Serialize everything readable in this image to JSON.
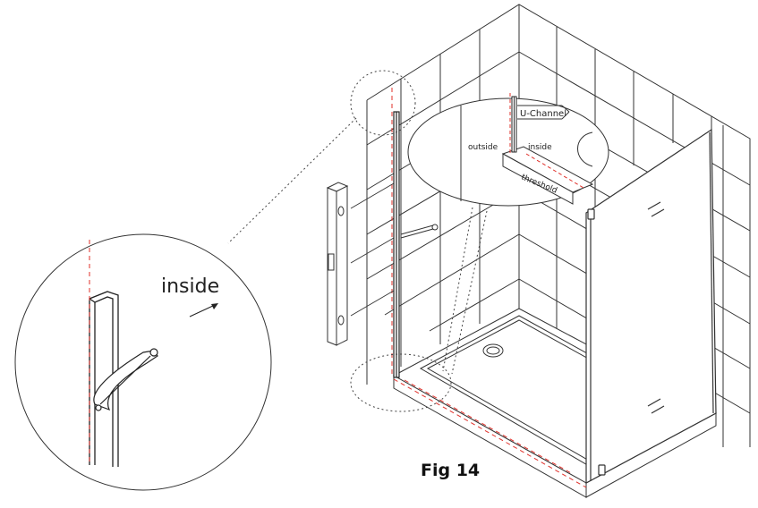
{
  "caption": "Fig 14",
  "labels": {
    "inside_detail": "inside",
    "u_channel": "U-Channel",
    "outside": "outside",
    "inside_small": "inside",
    "threshold": "threshold"
  },
  "colors": {
    "line": "#333333",
    "plumb_dash": "#e0302a",
    "guide_dots": "#444444"
  }
}
